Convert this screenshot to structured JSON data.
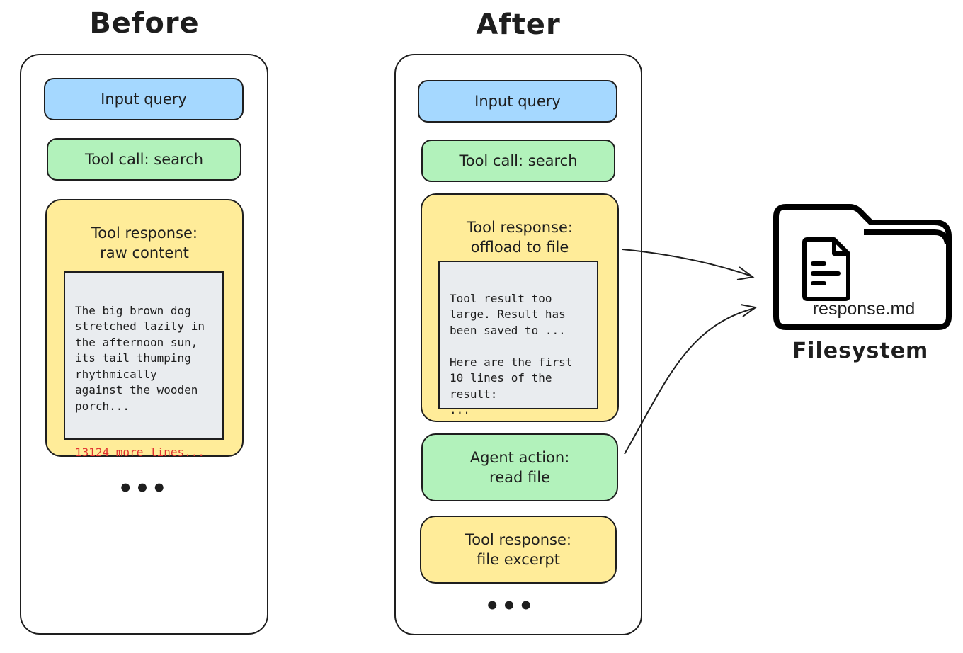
{
  "before": {
    "title": "Before",
    "input_query": "Input query",
    "tool_call": "Tool call: search",
    "tool_response": "Tool response:\nraw content",
    "content_text": "The big brown dog\nstretched lazily in\nthe afternoon sun,\nits tail thumping\nrhythmically\nagainst the wooden\nporch...",
    "more_lines": "13124 more lines...",
    "ellipsis": "•••"
  },
  "after": {
    "title": "After",
    "input_query": "Input query",
    "tool_call": "Tool call: search",
    "tool_response": "Tool response:\noffload to file",
    "content_text": "Tool result too\nlarge. Result has\nbeen saved to ...\n\nHere are the first\n10 lines of the\nresult:\n...",
    "agent_action": "Agent action:\nread file",
    "tool_response_2": "Tool response:\nfile excerpt",
    "ellipsis": "•••"
  },
  "filesystem": {
    "file_name": "response.md",
    "label": "Filesystem",
    "icons": [
      "folder-icon",
      "document-icon"
    ]
  },
  "colors": {
    "query": "#a5d8ff",
    "tool_call": "#b2f2bb",
    "tool_response": "#ffec99",
    "content_bg": "#e9ecef",
    "highlight": "#e03131"
  }
}
